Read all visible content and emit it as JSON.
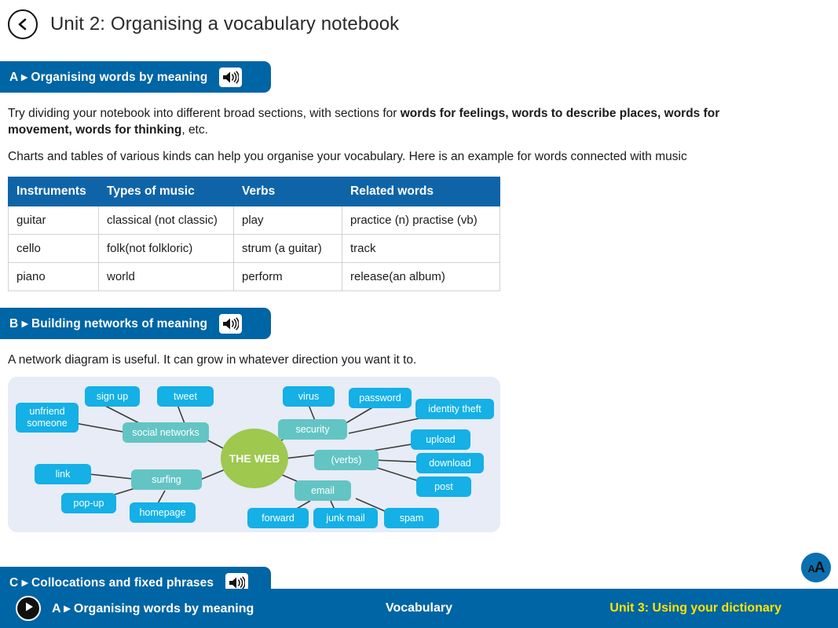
{
  "header": {
    "back_icon": "chevron-left-icon",
    "title": "Unit 2: Organising a vocabulary notebook"
  },
  "sections": [
    {
      "id": "A",
      "label": "A ▸ Organising words by meaning",
      "audio_icon": "speaker-icon"
    },
    {
      "id": "B",
      "label": "B ▸ Building networks of meaning",
      "audio_icon": "speaker-icon"
    },
    {
      "id": "C",
      "label": "C ▸ Collocations and fixed phrases",
      "audio_icon": "speaker-icon"
    }
  ],
  "paragraphs": {
    "p1_part1": "Try dividing your notebook into different broad sections, with sections for ",
    "p1_bold": "words for feelings, words to describe places, words for movement, words for thinking",
    "p1_part2": ", etc.",
    "p2": "Charts and tables of various kinds can help you organise your vocabulary. Here is an example for words connected with music",
    "p3": "A network diagram is useful. It can grow in whatever direction you want it to."
  },
  "table": {
    "headers": [
      "Instruments",
      "Types of music",
      "Verbs",
      "Related words"
    ],
    "rows": [
      [
        "guitar",
        "classical (not classic)",
        "play",
        "practice (n) practise (vb)"
      ],
      [
        "cello",
        "folk(not folkloric)",
        "strum (a guitar)",
        "track"
      ],
      [
        "piano",
        "world",
        "perform",
        "release(an album)"
      ]
    ]
  },
  "diagram": {
    "hub": "THE WEB",
    "branches": [
      {
        "label": "social networks",
        "leaves": [
          "sign up",
          "tweet",
          "unfriend someone"
        ]
      },
      {
        "label": "surfing",
        "leaves": [
          "link",
          "pop-up",
          "homepage"
        ]
      },
      {
        "label": "security",
        "leaves": [
          "virus",
          "password",
          "identity theft"
        ]
      },
      {
        "label": "(verbs)",
        "leaves": [
          "upload",
          "download",
          "post"
        ]
      },
      {
        "label": "email",
        "leaves": [
          "forward",
          "junk mail",
          "spam"
        ]
      }
    ],
    "nodes": {
      "sign_up": "sign up",
      "tweet": "tweet",
      "unfriend_someone": "unfriend someone",
      "social_networks": "social networks",
      "link": "link",
      "pop_up": "pop-up",
      "homepage": "homepage",
      "surfing": "surfing",
      "virus": "virus",
      "password": "password",
      "identity_theft": "identity theft",
      "security": "security",
      "upload": "upload",
      "download": "download",
      "post": "post",
      "verbs": "(verbs)",
      "email": "email",
      "forward": "forward",
      "junk_mail": "junk mail",
      "spam": "spam"
    }
  },
  "text_size_button": {
    "icon": "text-size-icon",
    "small": "A",
    "big": "A"
  },
  "bottom_bar": {
    "play_icon": "play-icon",
    "current": "A ▸ Organising words by meaning",
    "center": "Vocabulary",
    "next": "Unit 3: Using your dictionary"
  },
  "colors": {
    "brand_blue": "#0065a4",
    "table_header_blue": "#0f64a8",
    "leaf_blue": "#14b0e6",
    "branch_teal": "#63c4c4",
    "hub_green": "#9ec84e",
    "next_yellow": "#ffe400",
    "diagram_bg": "#e7ecf6"
  }
}
